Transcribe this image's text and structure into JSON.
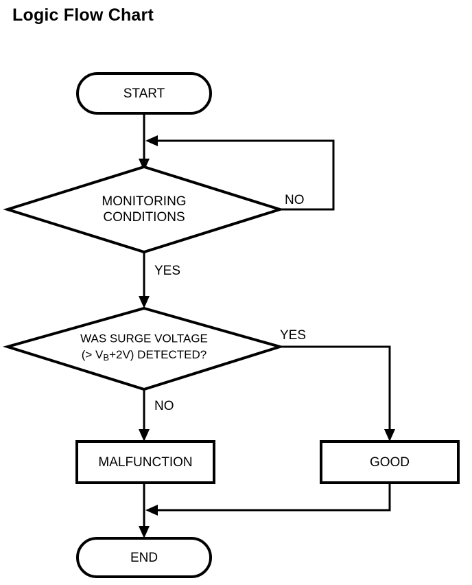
{
  "page": {
    "title": "Logic Flow Chart",
    "background_color": "#ffffff",
    "line_color": "#000000",
    "text_color": "#000000"
  },
  "flowchart": {
    "nodes": {
      "start": {
        "label": "START",
        "shape": "terminator"
      },
      "decision_monitoring": {
        "label_line1": "MONITORING",
        "label_line2": "CONDITIONS",
        "shape": "decision"
      },
      "decision_surge": {
        "label_line1": "WAS SURGE VOLTAGE",
        "label_line2_prefix": "(> V",
        "label_line2_subscript": "B",
        "label_line2_suffix": "+2V) DETECTED?",
        "shape": "decision"
      },
      "malfunction": {
        "label": "MALFUNCTION",
        "shape": "process"
      },
      "good": {
        "label": "GOOD",
        "shape": "process"
      },
      "end": {
        "label": "END",
        "shape": "terminator"
      }
    },
    "branch_labels": {
      "monitoring_no": "NO",
      "monitoring_yes": "YES",
      "surge_yes": "YES",
      "surge_no": "NO"
    }
  }
}
